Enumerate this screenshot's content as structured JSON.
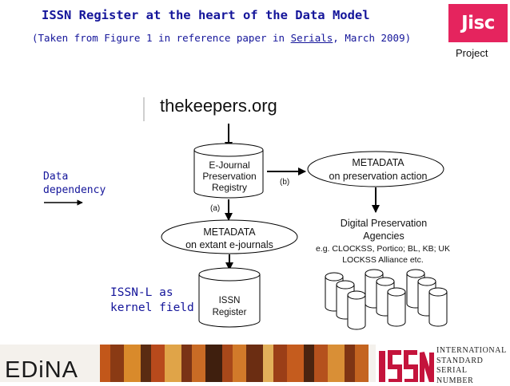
{
  "header": {
    "title": "ISSN Register at the heart of the Data Model",
    "subtitle_prefix": "(Taken from Figure 1 in reference paper in ",
    "subtitle_link": "Serials",
    "subtitle_suffix": ", March 2009)",
    "logo_text": "Jisc",
    "project_label": "Project"
  },
  "diagram": {
    "source_label": "thekeepers.org",
    "ejournal_registry": "E-Journal Preservation Registry",
    "metadata_preservation_title": "METADATA",
    "metadata_preservation_sub": "on preservation action",
    "edge_b": "(b)",
    "edge_a": "(a)",
    "metadata_extant_title": "METADATA",
    "metadata_extant_sub": "on extant e-journals",
    "dpa_title": "Digital Preservation Agencies",
    "dpa_examples": "e.g. CLOCKSS, Portico; BL, KB; UK LOCKSS Alliance etc.",
    "issn_register": "ISSN Register",
    "legend_label_line1": "Data",
    "legend_label_line2": "dependency",
    "kernel_line1": "ISSN-L as",
    "kernel_line2": "kernel field"
  },
  "footer": {
    "edina_logo": "EDiNA",
    "issn_logo": "ISSN",
    "issn_word1": "INTERNATIONAL",
    "issn_word2": "STANDARD",
    "issn_word3": "SERIAL",
    "issn_word4": "NUMBER"
  },
  "colors": {
    "title": "#14159a",
    "jisc": "#e5245e",
    "issn_red": "#c4143c"
  }
}
